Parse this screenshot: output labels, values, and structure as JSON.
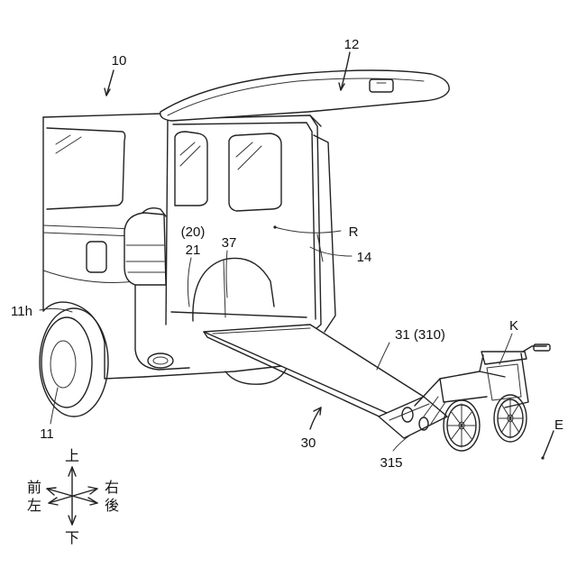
{
  "labels": {
    "vehicle": "10",
    "back_door": "12",
    "cabin_side": "R",
    "door_frame": "14",
    "floor_group": "(20)",
    "floor": "21",
    "floor_edge": "37",
    "wheel_arch": "11h",
    "wheel": "11",
    "ramp": "31 (310)",
    "ramp_unit": "30",
    "ramp_tip": "315",
    "wheelchair": "K",
    "ground": "E"
  },
  "directions": {
    "up": "上",
    "down": "下",
    "front": "前",
    "left": "左",
    "right": "右",
    "rear": "後"
  }
}
